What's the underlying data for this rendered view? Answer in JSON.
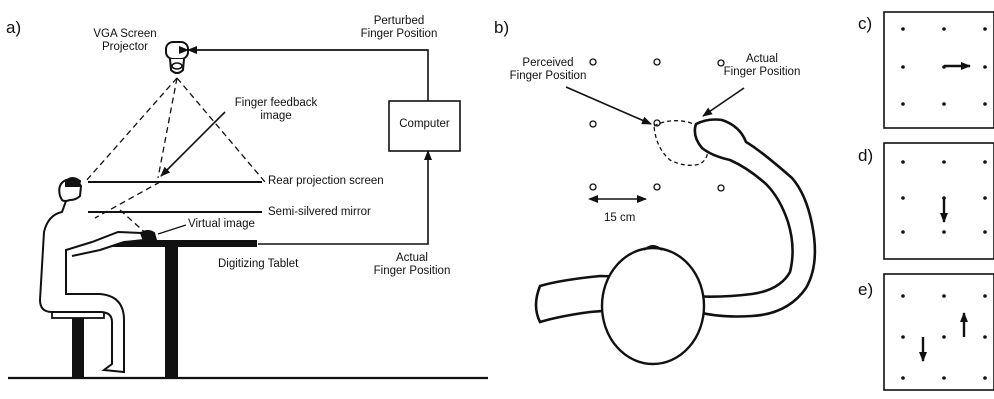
{
  "panels": {
    "a": {
      "label": "a)",
      "projector": "VGA Screen\nProjector",
      "feedback": "Finger feedback\nimage",
      "perturbed": "Perturbed\nFinger Position",
      "computer": "Computer",
      "rear_screen": "Rear projection screen",
      "mirror": "Semi-silvered mirror",
      "virtual": "Virtual image",
      "tablet": "Digitizing Tablet",
      "actual": "Actual\nFinger Position"
    },
    "b": {
      "label": "b)",
      "perceived": "Perceived\nFinger Position",
      "actual": "Actual\nFinger Position",
      "scale": "15 cm"
    },
    "c": {
      "label": "c)"
    },
    "d": {
      "label": "d)"
    },
    "e": {
      "label": "e)"
    }
  }
}
